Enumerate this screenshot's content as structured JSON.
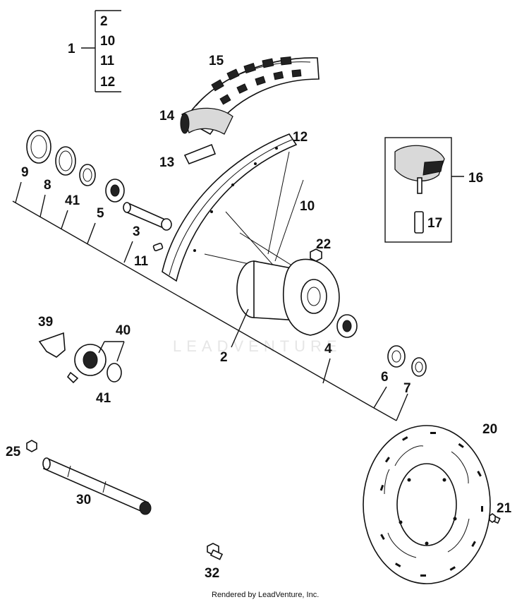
{
  "labels": {
    "l1": "1",
    "l1_items": [
      "2",
      "10",
      "11",
      "12"
    ],
    "l15": "15",
    "l14": "14",
    "l13": "13",
    "l12": "12",
    "l10": "10",
    "l16": "16",
    "l17": "17",
    "l9": "9",
    "l8": "8",
    "l41a": "41",
    "l5": "5",
    "l3": "3",
    "l11": "11",
    "l22": "22",
    "l2": "2",
    "l4": "4",
    "l6": "6",
    "l7": "7",
    "l39": "39",
    "l40": "40",
    "l41b": "41",
    "l20": "20",
    "l21": "21",
    "l25": "25",
    "l30": "30",
    "l32": "32"
  },
  "watermark": "LEADVENTURE",
  "footer": "Rendered by LeadVenture, Inc."
}
